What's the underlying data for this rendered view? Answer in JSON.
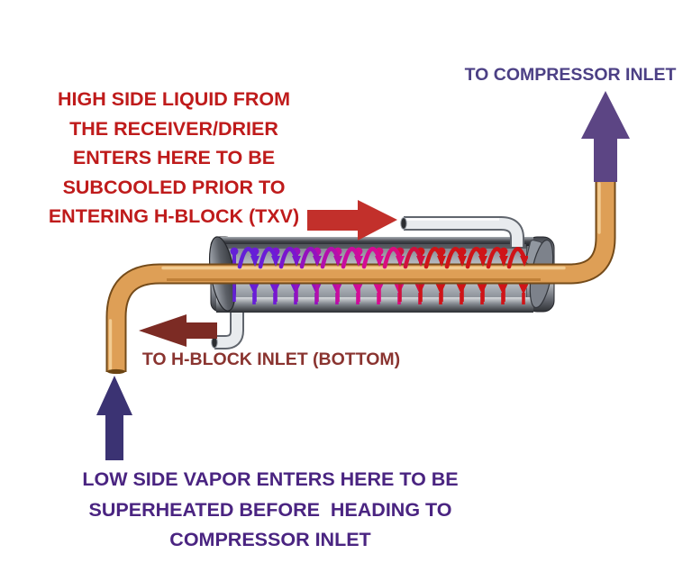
{
  "figure": {
    "description_names": [
      "suction-line-heat-exchanger"
    ],
    "background": "#ffffff"
  },
  "labels": {
    "high_side": {
      "color": "#BF1B1B",
      "lines": [
        "HIGH SIDE LIQUID FROM",
        "THE RECEIVER/DRIER",
        "ENTERS HERE TO BE",
        "SUBCOOLED PRIOR TO",
        "ENTERING H-BLOCK (TXV)"
      ]
    },
    "compressor": {
      "color": "#4C4085",
      "text": "TO COMPRESSOR INLET"
    },
    "h_block": {
      "color": "#8A3430",
      "text": "TO H-BLOCK INLET (BOTTOM)"
    },
    "low_side": {
      "color": "#4A2481",
      "lines": [
        "LOW SIDE VAPOR ENTERS HERE TO BE",
        "SUPERHEATED BEFORE  HEADING TO",
        "COMPRESSOR INLET"
      ]
    }
  },
  "arrows": {
    "subcool_in": {
      "direction": "right",
      "color": "#C2302B"
    },
    "h_block_out": {
      "direction": "left",
      "color": "#7C2B24"
    },
    "compressor_out": {
      "direction": "up",
      "color": "#5C4584"
    },
    "vapor_in": {
      "direction": "up",
      "color": "#3B3373"
    }
  },
  "pipes": {
    "copper": "#DE9F56",
    "copper_dark": "#744B1A",
    "copper_shade": "#B5762F",
    "copper_highlight": "#F4D099",
    "silver": "#E8EBEE",
    "silver_dark": "#60656D"
  },
  "heat_loops": {
    "xs": [
      268,
      291,
      314,
      337,
      360,
      383,
      406,
      429,
      452,
      475,
      498,
      521,
      544,
      567
    ],
    "colors": [
      "#6420D6",
      "#6B1DD6",
      "#7A16CE",
      "#9412BE",
      "#B30FAC",
      "#C90C9E",
      "#D60B95",
      "#DA0D7F",
      "#D0103E",
      "#CF1418",
      "#CF1418",
      "#CF1418",
      "#CF1418",
      "#CF1418"
    ]
  }
}
